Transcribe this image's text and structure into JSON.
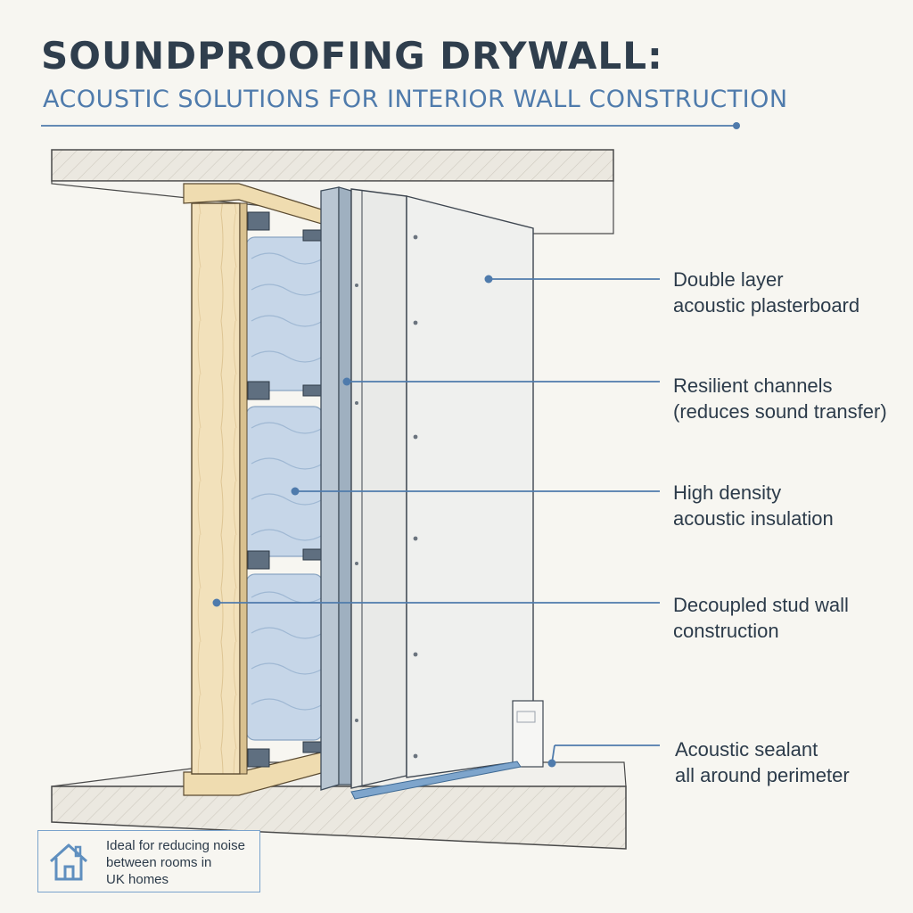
{
  "title": "SOUNDPROOFING DRYWALL:",
  "subtitle": "ACOUSTIC SOLUTIONS FOR INTERIOR WALL CONSTRUCTION",
  "callouts": [
    {
      "line1": "Double layer",
      "line2": "acoustic plasterboard"
    },
    {
      "line1": "Resilient channels",
      "line2": "(reduces sound transfer)"
    },
    {
      "line1": "High density",
      "line2": "acoustic insulation"
    },
    {
      "line1": "Decoupled stud wall",
      "line2": "construction"
    },
    {
      "line1": "Acoustic sealant",
      "line2": "all around perimeter"
    }
  ],
  "note": {
    "icon": "house-icon",
    "line1": "Ideal for reducing noise",
    "line2": "between rooms in",
    "line3": "UK homes"
  },
  "colors": {
    "accent": "#4f7bac",
    "title": "#2f3e4d",
    "timber": "#f1dfb8",
    "insulation": "#c3d4e6",
    "metal": "#b7c3ce",
    "board": "#ecedeb"
  }
}
